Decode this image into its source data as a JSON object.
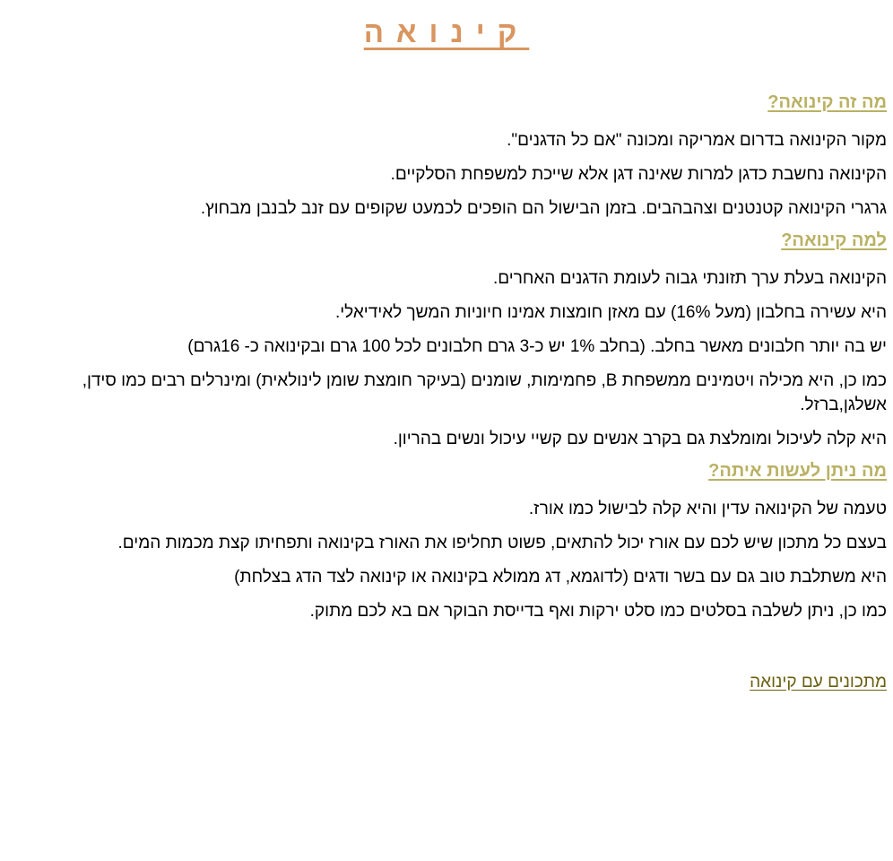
{
  "page": {
    "title": "קינואה"
  },
  "sections": [
    {
      "heading": "מה זה קינואה?",
      "paragraphs": [
        "מקור הקינואה בדרום אמריקה ומכונה \"אם כל הדגנים\".",
        "הקינואה נחשבת כדגן למרות שאינה דגן אלא שייכת למשפחת הסלקיים.",
        "גרגרי הקינואה קטנטנים וצהבהבים. בזמן הבישול הם הופכים לכמעט שקופים עם זנב לבנבן מבחוץ."
      ]
    },
    {
      "heading": "למה קינואה?",
      "paragraphs": [
        "הקינואה בעלת ערך תזונתי גבוה לעומת הדגנים האחרים.",
        "היא עשירה בחלבון (מעל 16%) עם מאזן חומצות אמינו חיוניות המשך לאידיאלי.",
        "יש בה יותר חלבונים מאשר בחלב. (בחלב 1% יש כ-3 גרם חלבונים לכל 100 גרם ובקינואה כ- 16גרם)",
        "כמו כן, היא מכילה ויטמינים ממשפחת B, פחמימות, שומנים (בעיקר חומצת שומן לינולאית) ומינרלים רבים כמו סידן, אשלגן,ברזל.",
        "היא קלה לעיכול ומומלצת גם בקרב אנשים עם קשיי עיכול ונשים בהריון."
      ]
    },
    {
      "heading": "מה ניתן לעשות איתה?",
      "paragraphs": [
        "טעמה של הקינואה עדין והיא קלה לבישול כמו אורז.",
        "בעצם כל מתכון שיש לכם עם אורז יכול להתאים, פשוט תחליפו את האורז בקינואה ותפחיתו קצת מכמות המים.",
        "היא משתלבת טוב גם עם בשר ודגים (לדוגמא, דג ממולא בקינואה או קינואה לצד הדג בצלחת)",
        "כמו כן, ניתן לשלבה בסלטים כמו סלט ירקות ואף בדייסת הבוקר אם בא לכם מתוק."
      ]
    }
  ],
  "footer": {
    "recipes_link": "מתכונים עם קינואה"
  },
  "colors": {
    "title": "#d9955f",
    "heading": "#b9b163",
    "link": "#6a5f10"
  }
}
